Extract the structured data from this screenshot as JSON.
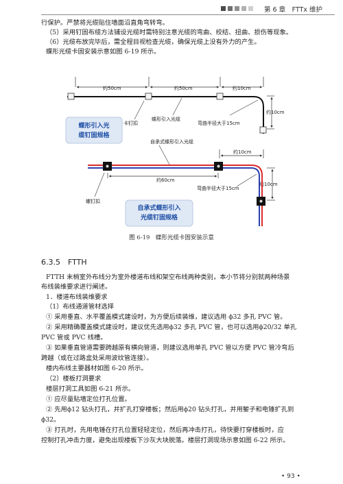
{
  "header": {
    "squares": [
      "#4a4a4a",
      "#6d6d6d",
      "#8f8f8f",
      "#b0b0b0",
      "#cfcfcf"
    ],
    "title": "第 6 章　FTTx 维护"
  },
  "paragraphs": [
    "行保护。严禁将光缆贴住墙面沿直角弯转弯。",
    "（5）采用钉固布缆方法铺设光缆时需特别注意光缆的弯曲、绞结、扭曲、损伤等现象。",
    "（6）光缆布放完毕后，需全程目视检查光缆，确保光缆上没有外力的产生。",
    "蝶形光缆卡固安装示意如图 6-19 所示。"
  ],
  "diagram": {
    "top": {
      "dim_50cm_a": "约50cm",
      "dim_50cm_b": "约50cm",
      "dim_10cm": "约10cm",
      "dim_10cm_vertical": "约10cm",
      "clip_label": "卡钉扣",
      "cable_label": "蝶形引入光缆",
      "bend_label": "弯曲半径大于15cm",
      "box_label_line1": "蝶形引入光",
      "box_label_line2": "缆钉固规格"
    },
    "bottom": {
      "cable_label": "自承式蝶形引入光缆",
      "dim_10cm": "约10cm",
      "dim_60cm": "约60cm",
      "dim_10cm_vertical": "约10cm",
      "bend_label": "弯曲半径大于15cm",
      "screw_label": "螺钉扣",
      "box_label_line1": "自承式蝶形引入",
      "box_label_line2": "光缆钉固规格"
    },
    "colors": {
      "cable_red": "#d92b2b",
      "cable_blue": "#2a3fb0",
      "label_box": "#1f4fa6"
    }
  },
  "caption": "图 6-19　蝶形光缆卡固安装示意",
  "section_title": "6.3.5　FTTH",
  "body": [
    "FTTH 末梢室外布线分为室外楼道布线和架空布线两种类别，本小节将分别就两种场景",
    "布线装维要求进行阐述。",
    "1．楼道布线装维要求",
    "（1）布线通道管材选择",
    "①  采用垂直、水平覆盖模式建设时，为方便后续装维，建议选用  ϕ32  多孔 PVC 管。",
    "②  采用精确覆盖模式建设时，建议优先选用ϕ32 多孔 PVC 管，也可以选用ϕ20/32 单孔",
    "PVC 管或 PVC 线槽。",
    "③  如果垂直管道需要跨越原有横向管道，则建议选用单孔 PVC 管以方便 PVC 管冷弯后",
    "跨越（或在过路盒处采用波纹管连接）。",
    "楼内布线主要器材如图 6-20 所示。",
    "（2）楼板打洞要求",
    "楼层打洞工具如图 6-21 所示。",
    "①  应尽量贴墙定位打孔位置。",
    "②  先用ϕ12 钻头打孔，并扩孔打穿楼板；然后用ϕ20 钻头打孔，并用錾子和电锤扩孔到",
    "ϕ32。",
    "③  打孔时，先用电锤在打孔位置轻轻定位，然后再冲击打孔，待快要打穿楼板时，应",
    "控制打孔冲击力度，避免出现楼板下沙灰大块脱落。楼层打洞现场示意如图 6-22 所示。"
  ],
  "page_number": "• 93 •"
}
